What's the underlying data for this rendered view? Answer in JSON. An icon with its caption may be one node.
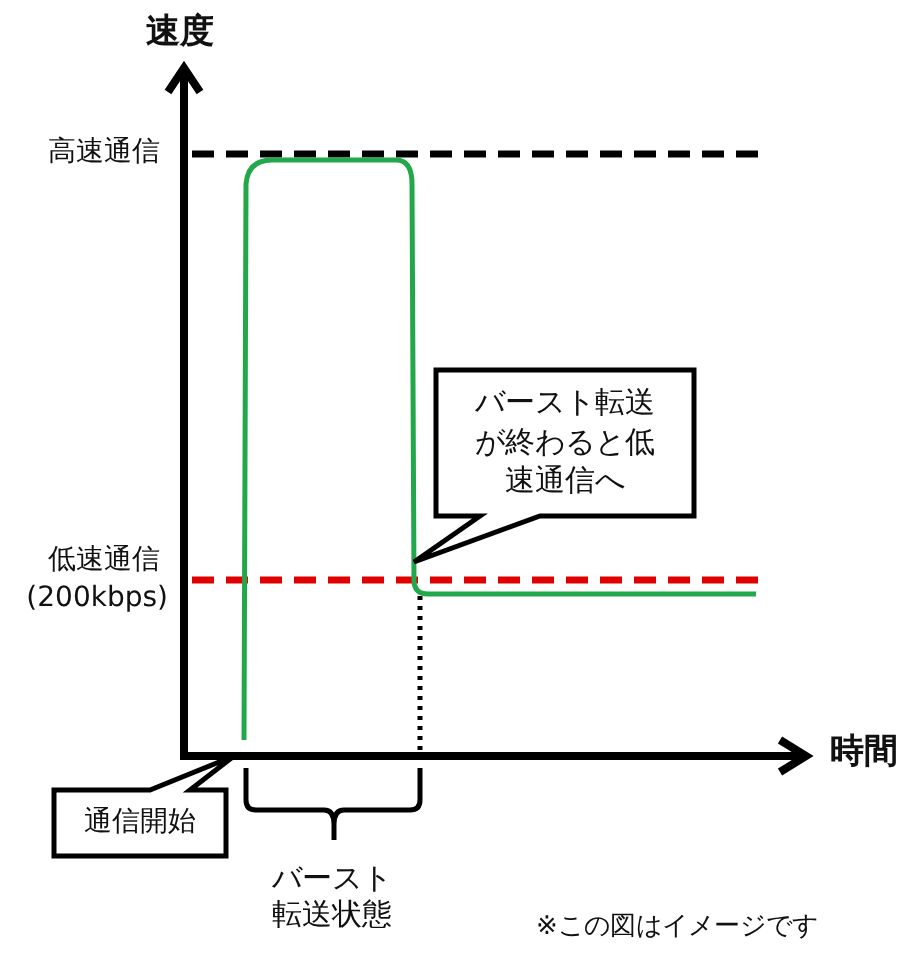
{
  "diagram": {
    "nodes": [
      {
        "text": [
          "通信開始"
        ]
      },
      {
        "text": [
          "バースト転送が終わると低速通信へ"
        ]
      }
    ],
    "edges": [],
    "labels": [
      "速度",
      "高速通信",
      "低速通信",
      "(200kbps)",
      "時間",
      "バースト転送状態",
      "※この図はイメージです"
    ]
  }
}
